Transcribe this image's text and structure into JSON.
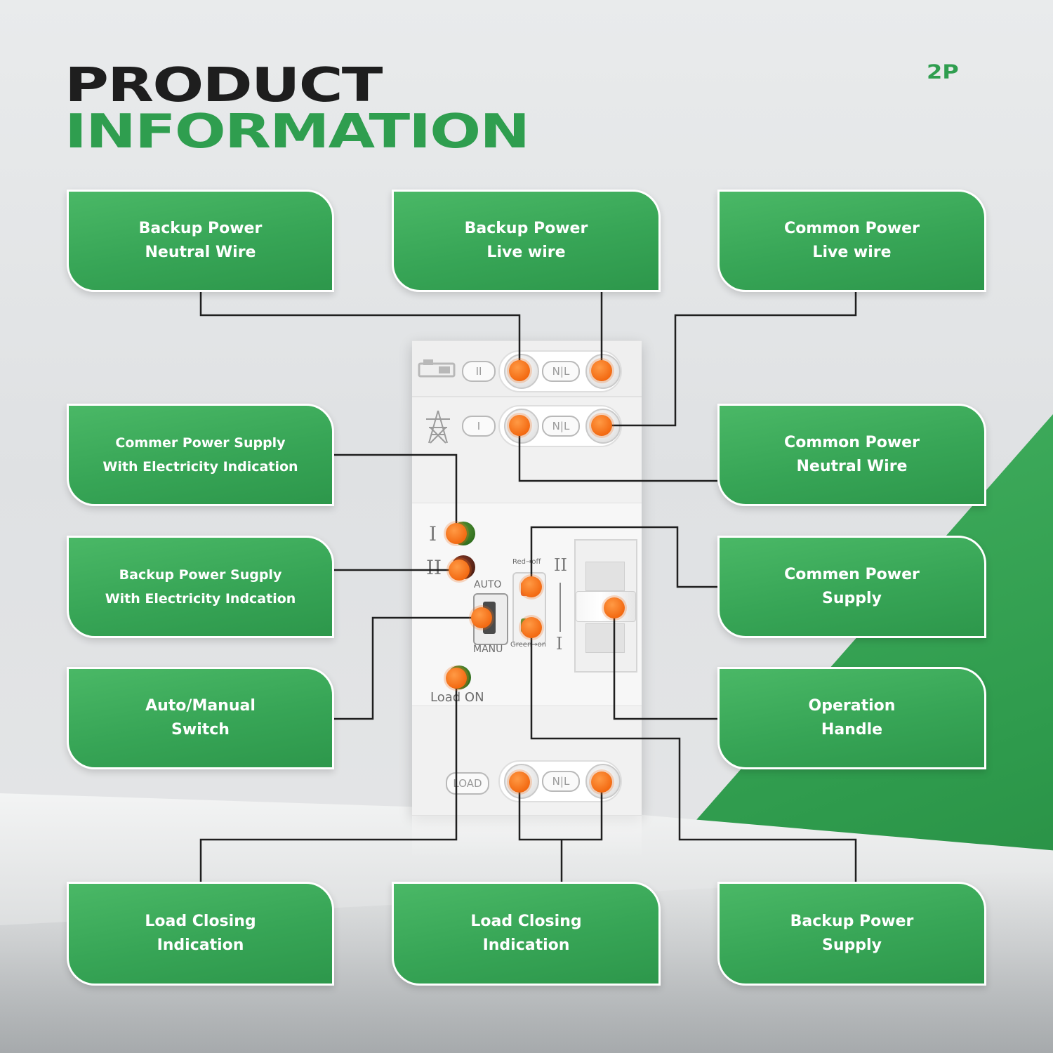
{
  "header": {
    "title_line1": "PRODUCT",
    "title_line2": "INFORMATION",
    "variant": "2P"
  },
  "colors": {
    "brand_green": "#2f9e4f",
    "label_green": "#37a556",
    "title_dark": "#1e1e1e",
    "marker_orange": "#f36a12",
    "connector": "#1f1f1f"
  },
  "labels": {
    "backup_neutral": "Backup Power\nNeutral Wire",
    "backup_live": "Backup Power\nLive wire",
    "common_live": "Common Power\nLive wire",
    "commer_supply_indication": "Commer Power Supply\nWith Electricity Indication",
    "common_neutral": "Common Power\nNeutral Wire",
    "backup_supply_indication": "Backup Power Sugply\nWith Electricity Indcation",
    "commen_supply": "Commen Power\nSupply",
    "auto_manual": "Auto/Manual\nSwitch",
    "operation_handle": "Operation\nHandle",
    "load_closing_1": "Load Closing\nIndication",
    "load_closing_2": "Load Closing\nIndication",
    "backup_supply": "Backup Power\nSupply"
  },
  "device": {
    "terminal_label": "N|L",
    "roman_one": "I",
    "roman_two": "II",
    "auto": "AUTO",
    "manu": "MANU",
    "red_off": "Red→off",
    "green_on": "Green→on",
    "load_on": "Load  ON",
    "load": "LOAD",
    "icons": [
      "generator-icon",
      "power-tower-icon"
    ]
  }
}
